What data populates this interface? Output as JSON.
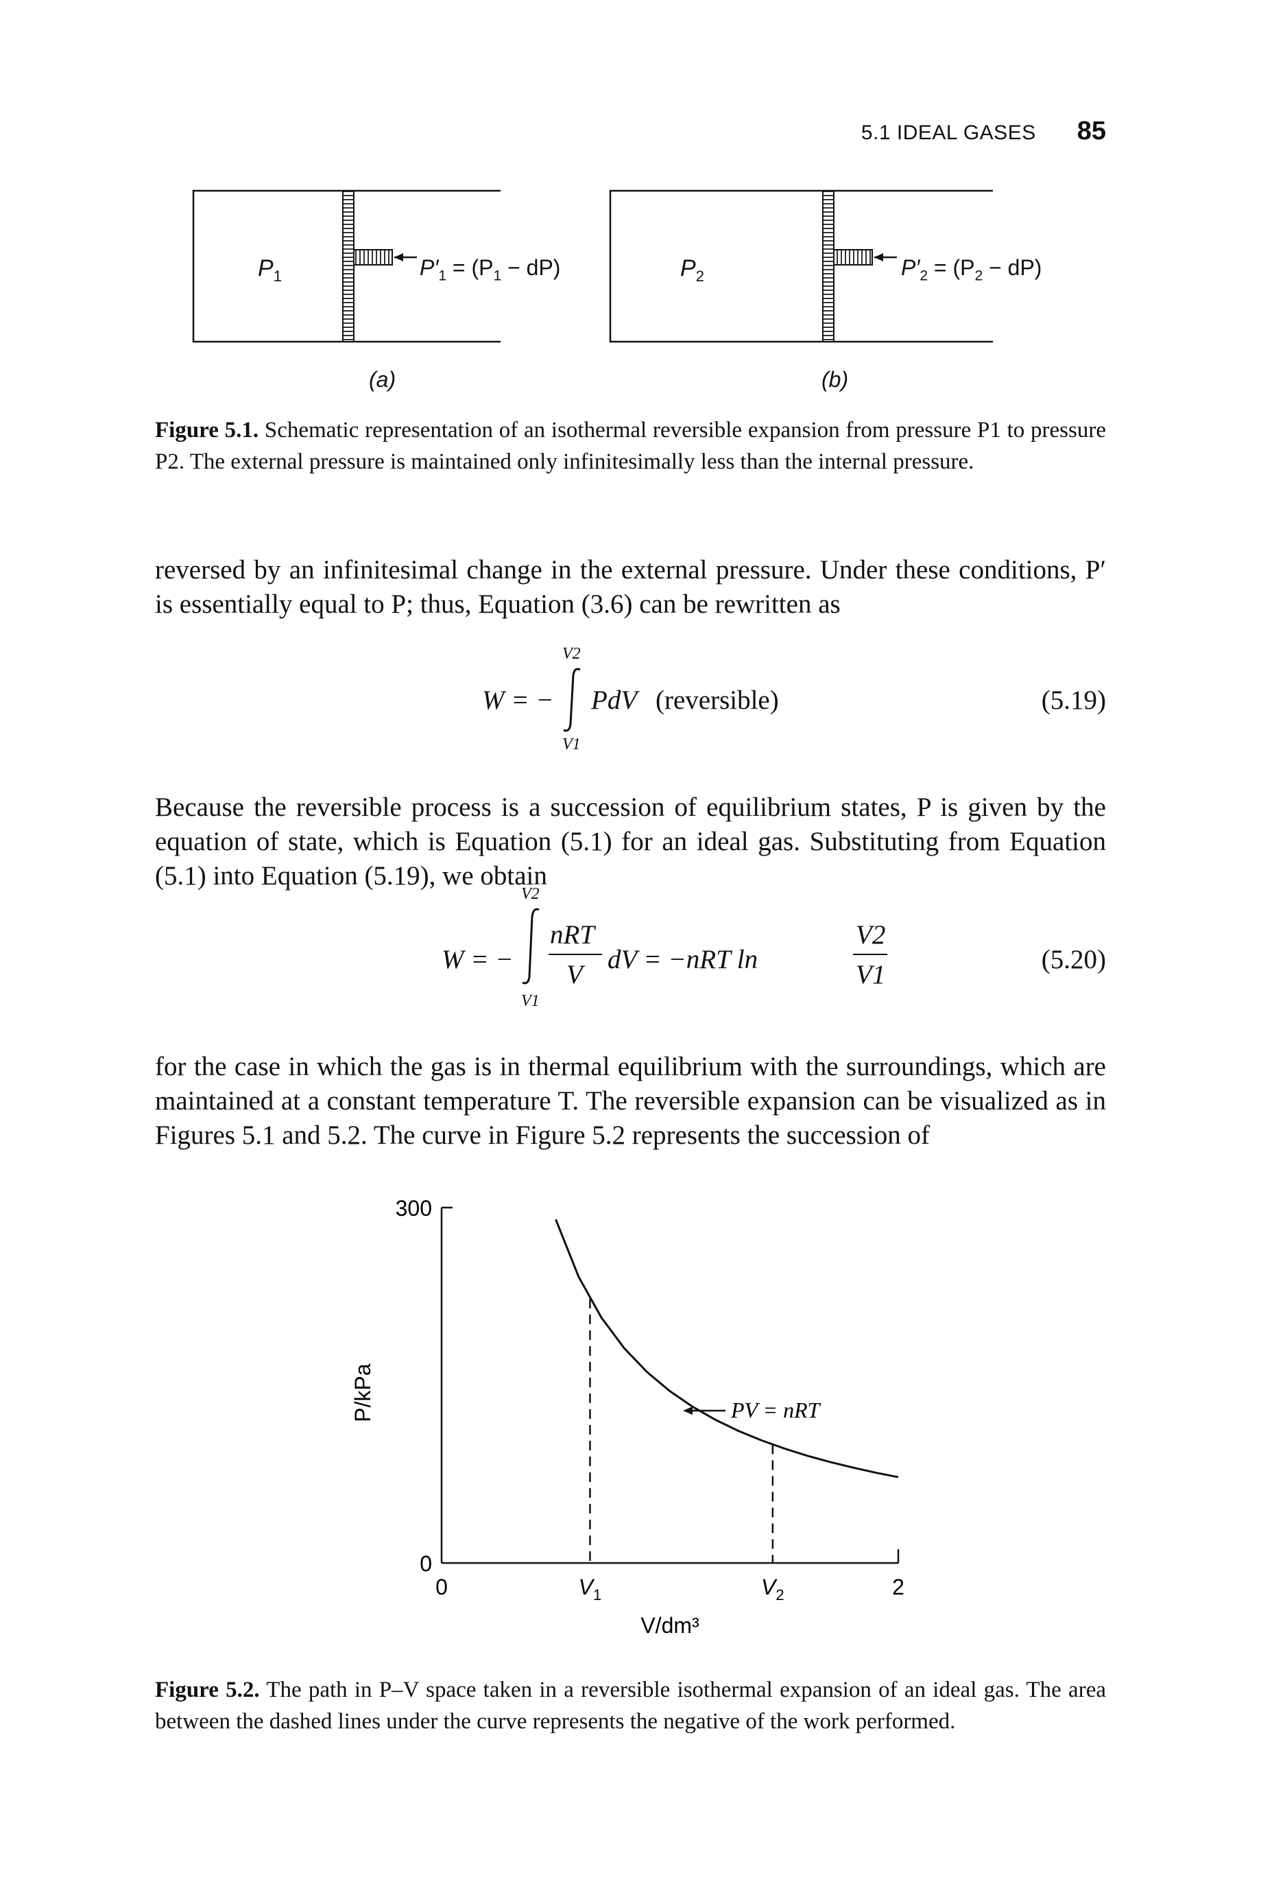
{
  "header": {
    "section": "5.1   IDEAL GASES",
    "page_number": "85"
  },
  "figure_5_1": {
    "panel_a": {
      "inside_label": "P",
      "inside_sub": "1",
      "ext_label": "P′",
      "ext_sub": "1",
      "ext_expr": " = (P",
      "ext_expr_sub": "1",
      "ext_expr_end": " − dP)",
      "tag": "(a)"
    },
    "panel_b": {
      "inside_label": "P",
      "inside_sub": "2",
      "ext_label": "P′",
      "ext_sub": "2",
      "ext_expr": " = (P",
      "ext_expr_sub": "2",
      "ext_expr_end": " − dP)",
      "tag": "(b)"
    },
    "caption_label": "Figure 5.1.",
    "caption_text": "Schematic representation of an isothermal reversible expansion from pressure P1 to pressure P2. The external pressure is maintained only infinitesimally less than the internal pressure."
  },
  "para1": "reversed by an infinitesimal change in the external pressure. Under these conditions, P′ is essentially equal to P; thus, Equation (3.6) can be rewritten as",
  "eq_5_19": {
    "lhs": "W = −",
    "upper": "V2",
    "lower": "V1",
    "integrand": "PdV",
    "note": "(reversible)",
    "number": "(5.19)"
  },
  "para2": "Because the reversible process is a succession of equilibrium states, P is given by the equation of state, which is Equation (5.1) for an ideal gas. Substituting from Equation (5.1) into Equation (5.19), we obtain",
  "eq_5_20": {
    "lhs": "W = −",
    "upper": "V2",
    "lower": "V1",
    "num": "nRT",
    "den": "V",
    "dv": "dV = −nRT ln",
    "frac_num": "V2",
    "frac_den": "V1",
    "number": "(5.20)"
  },
  "para3": "for the case in which the gas is in thermal equilibrium with the surroundings, which are maintained at a constant temperature T. The reversible expansion can be visualized as in Figures 5.1 and 5.2. The curve in Figure 5.2 represents the succession of",
  "chart_data": {
    "type": "line",
    "xlabel": "V/dm³",
    "ylabel": "P/kPa",
    "xlim": [
      0,
      2
    ],
    "ylim": [
      0,
      300
    ],
    "x_ticks": [
      "0",
      "V1",
      "V2",
      "2"
    ],
    "y_ticks": [
      "300",
      "0"
    ],
    "series": [
      {
        "x": [
          0.5,
          0.6,
          0.7,
          0.8,
          0.9,
          1.0,
          1.1,
          1.2,
          1.3,
          1.4,
          1.5,
          1.6,
          1.7,
          1.8,
          1.9,
          2.0
        ],
        "y": [
          290,
          241.7,
          207.1,
          181.3,
          161.1,
          145,
          131.8,
          120.8,
          111.5,
          103.6,
          96.7,
          90.6,
          85.3,
          80.6,
          76.3,
          72.5
        ]
      }
    ],
    "v1": 0.65,
    "v2": 1.45,
    "annotation": "PV = nRT",
    "caption_label": "Figure 5.2.",
    "caption_text": "The path in P–V space taken in a reversible isothermal expansion of an ideal gas. The area between the dashed lines under the curve represents the negative of the work performed."
  }
}
